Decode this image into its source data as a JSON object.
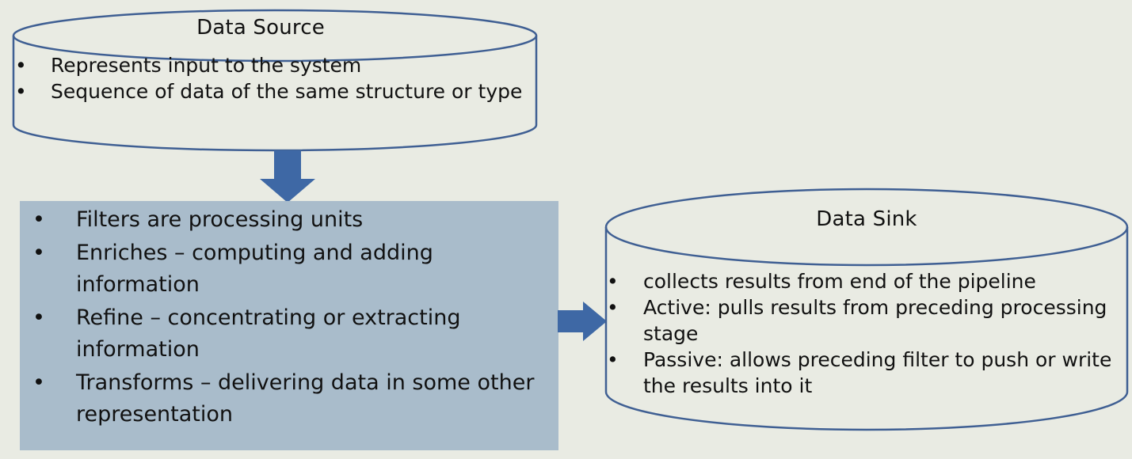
{
  "data_source": {
    "title": "Data Source",
    "bullets": [
      "Represents input to the system",
      "Sequence of data of the same structure or type"
    ]
  },
  "filter": {
    "bullets": [
      "Filters are processing units",
      "Enriches – computing and adding information",
      "Refine – concentrating or extracting information",
      "Transforms – delivering data in some other representation"
    ]
  },
  "data_sink": {
    "title": "Data Sink",
    "bullets": [
      "collects results from end of the pipeline",
      "Active: pulls results from preceding processing stage",
      "Passive: allows preceding filter to push or write the results into it"
    ]
  },
  "colors": {
    "background": "#e9ebe3",
    "cylinder_stroke": "#3f5f93",
    "filter_box_fill": "#a9bccb",
    "arrow_fill": "#3e68a5"
  },
  "bullet_glyph": "•"
}
